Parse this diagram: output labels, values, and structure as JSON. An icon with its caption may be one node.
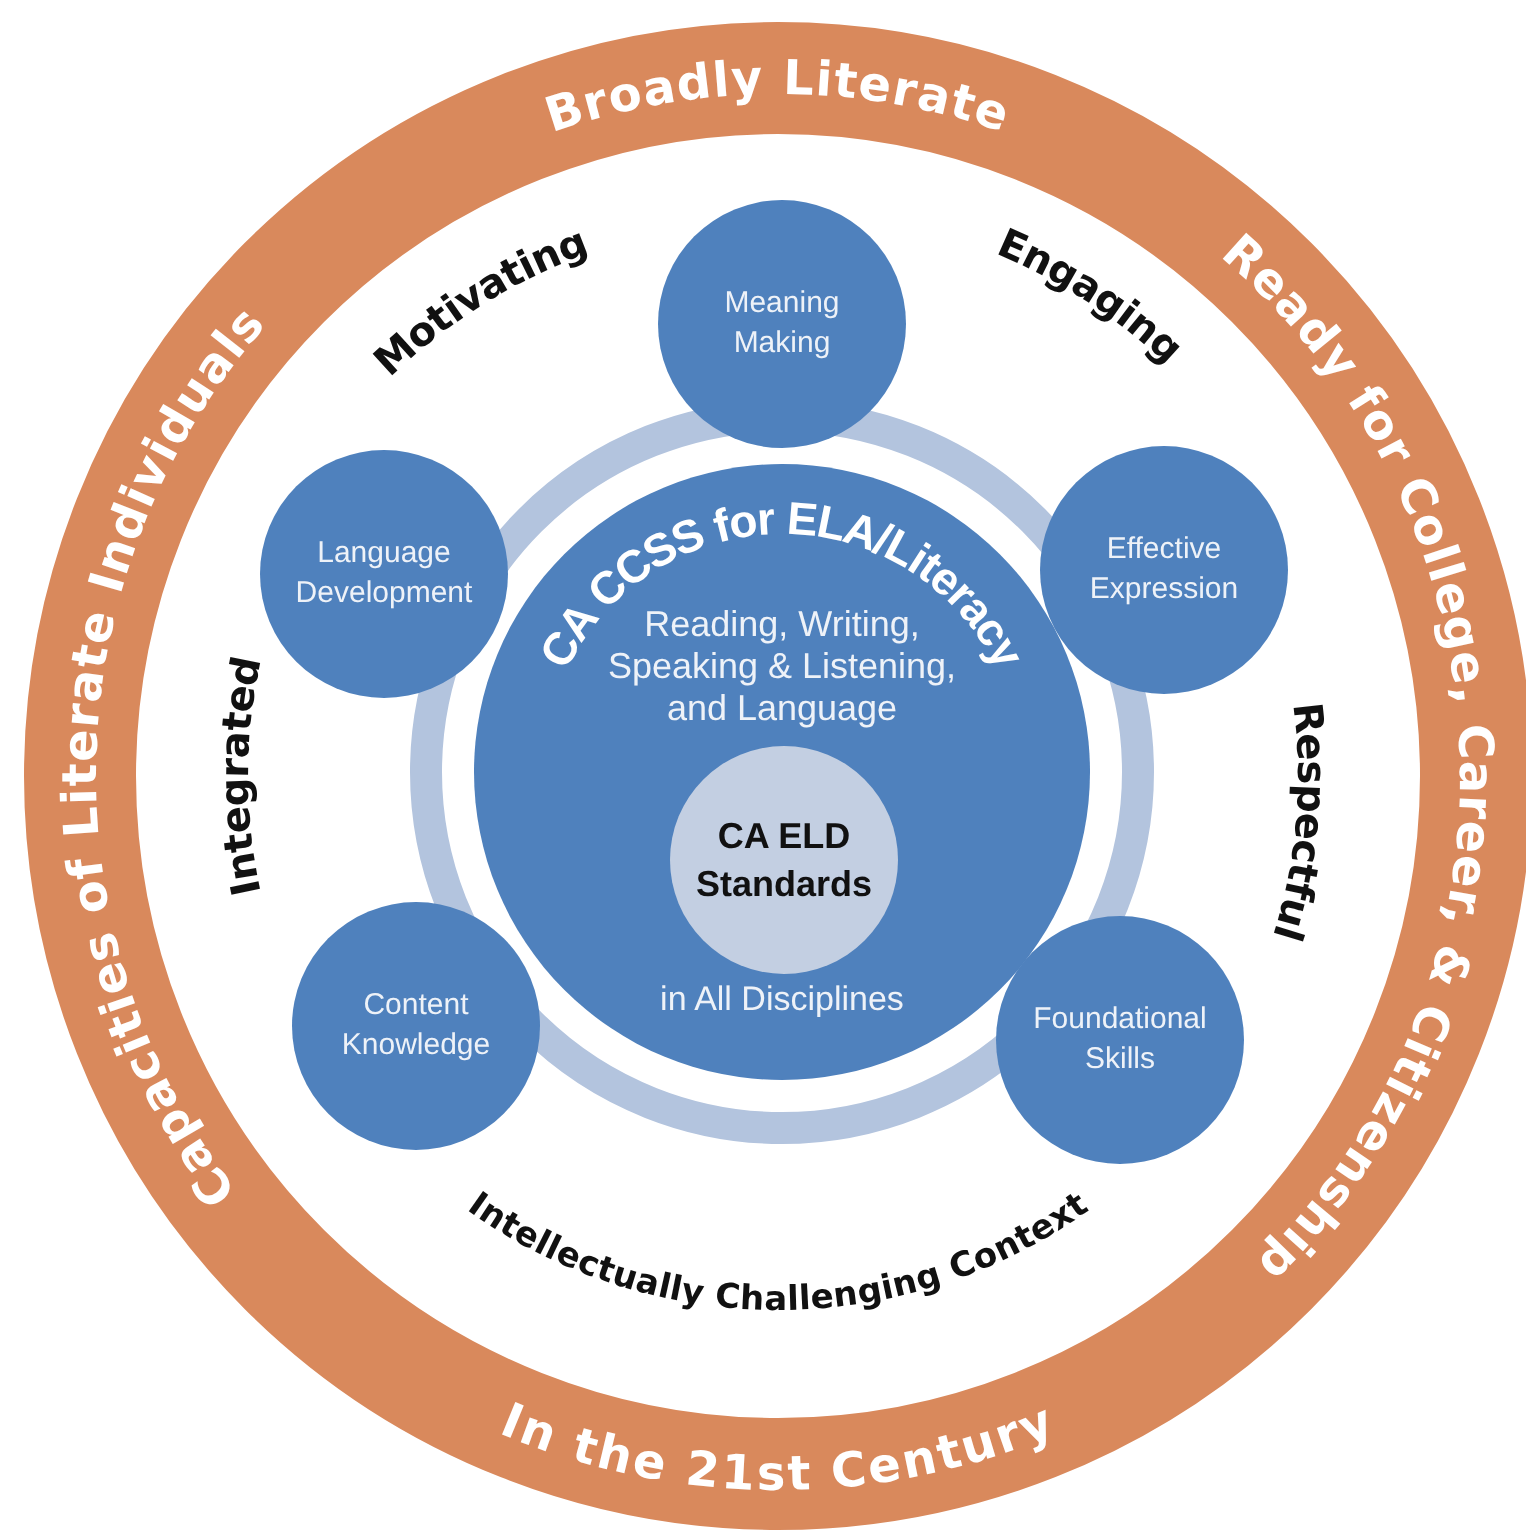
{
  "diagram": {
    "nodes": [
      {
        "text": [
          "Broadly Literate",
          "Ready for College, Career, & Citizenship",
          "In the 21st Century",
          "Capacities of Literate Individuals"
        ]
      },
      {
        "text": [
          "CA CCSS for ELA/Literacy",
          "Reading, Writing, Speaking & Listening, and Language",
          "in All Disciplines"
        ],
        "in": 0
      },
      {
        "text": [
          "CA ELD Standards"
        ],
        "in": 1
      },
      {
        "text": [
          "Meaning Making"
        ],
        "in": 0
      },
      {
        "text": [
          "Language Development"
        ],
        "in": 0
      },
      {
        "text": [
          "Effective Expression"
        ],
        "in": 0
      },
      {
        "text": [
          "Content Knowledge"
        ],
        "in": 0
      },
      {
        "text": [
          "Foundational Skills"
        ],
        "in": 0
      }
    ],
    "edges": [],
    "labels": [
      "Motivating",
      "Engaging",
      "Integrated",
      "Respectful",
      "Intellectually Challenging Context"
    ]
  }
}
